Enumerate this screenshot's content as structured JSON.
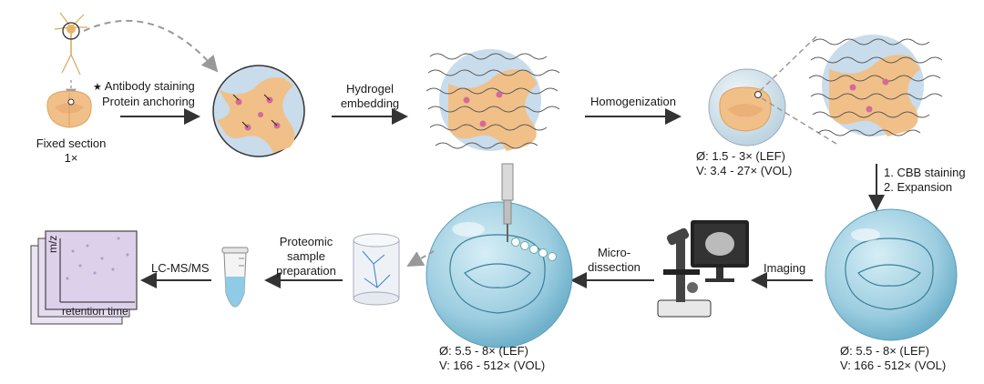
{
  "steps": {
    "fixed_section": {
      "line1": "Fixed section",
      "line2": "1×"
    },
    "staining": {
      "star": "★",
      "line1": "Antibody staining",
      "line2": "Protein anchoring"
    },
    "hydrogel": {
      "line1": "Hydrogel",
      "line2": "embedding"
    },
    "homogenization": {
      "label": "Homogenization"
    },
    "expansion_small": {
      "diameter": "Ø: 1.5 - 3× (LEF)",
      "volume": "V: 3.4 - 27× (VOL)"
    },
    "cbb": {
      "line1": "1. CBB staining",
      "line2": "2. Expansion"
    },
    "imaging": {
      "label": "Imaging"
    },
    "expansion_large_right": {
      "diameter": "Ø: 5.5 - 8× (LEF)",
      "volume": "V: 166 - 512× (VOL)"
    },
    "microdissection": {
      "line1": "Micro-",
      "line2": "dissection"
    },
    "expansion_large_mid": {
      "diameter": "Ø: 5.5 - 8× (LEF)",
      "volume": "V: 166 - 512× (VOL)"
    },
    "proteomic": {
      "line1": "Proteomic",
      "line2": "sample",
      "line3": "preparation"
    },
    "lcms": {
      "label": "LC-MS/MS"
    },
    "spectrum": {
      "ylabel": "m/z",
      "xlabel": "retention time"
    }
  },
  "colors": {
    "tissue": "#f0c088",
    "tissue_dark": "#e0a060",
    "gel": "#c8dcec",
    "sphere": "#9ccde0",
    "arrow": "#333333",
    "dashed": "#999999",
    "pink": "#d46a9a"
  }
}
